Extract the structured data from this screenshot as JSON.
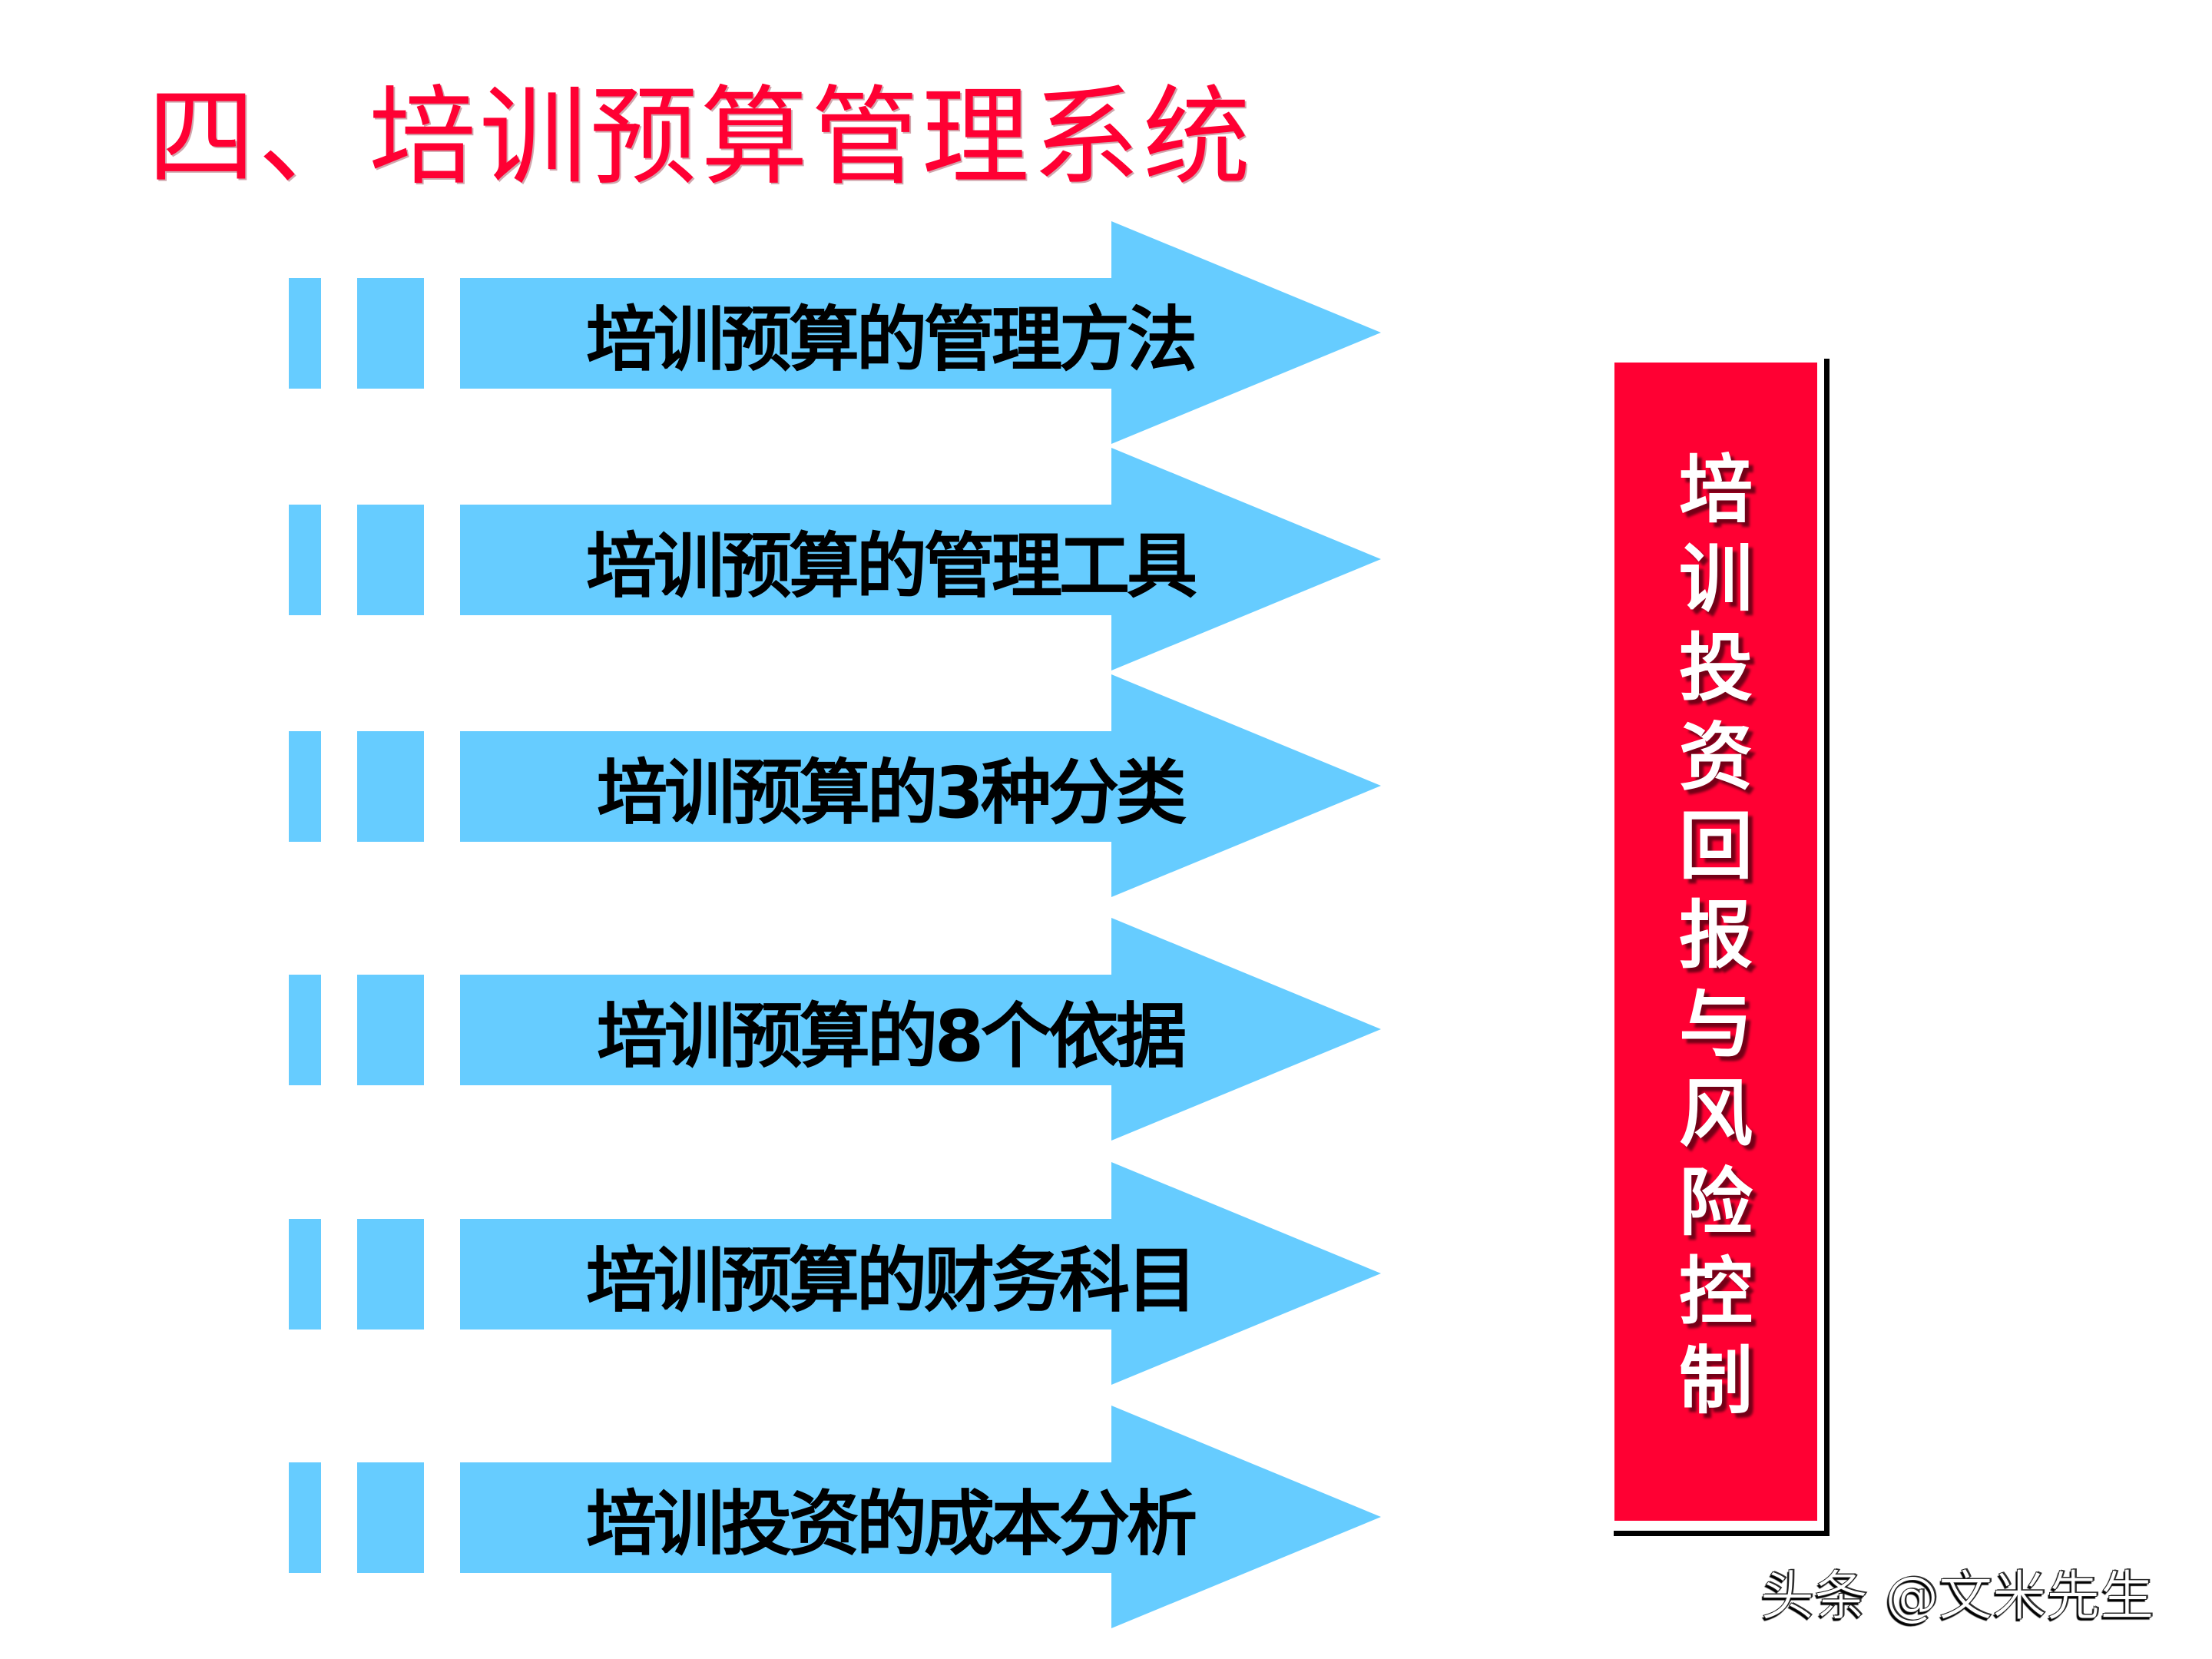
{
  "slide": {
    "title": "四、培训预算管理系统",
    "colors": {
      "title": "#FF0033",
      "arrow_fill": "#66CCFF",
      "arrow_text": "#000000",
      "side_box_fill": "#FF0033",
      "side_box_text": "#FFFFFF",
      "side_box_shadow": "#000000"
    },
    "arrows": [
      {
        "label": "培训预算的管理方法"
      },
      {
        "label": "培训预算的管理工具"
      },
      {
        "label": "培训预算的3种分类"
      },
      {
        "label": "培训预算的8个依据"
      },
      {
        "label": "培训预算的财务科目"
      },
      {
        "label": "培训投资的成本分析"
      }
    ],
    "side_box": {
      "text": "培训投资回报与风险控制",
      "chars": [
        "培",
        "训",
        "投",
        "资",
        "回",
        "报",
        "与",
        "风",
        "险",
        "控",
        "制"
      ]
    },
    "watermark": "头条 @文米先生"
  }
}
